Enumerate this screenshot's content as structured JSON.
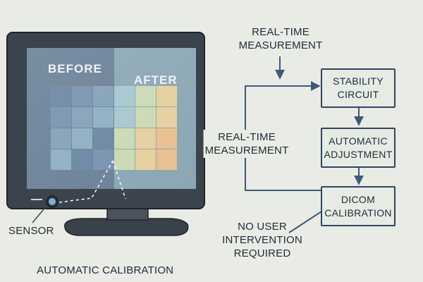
{
  "monitor": {
    "before_label": "BEFORE",
    "after_label": "AFTER",
    "sensor_label": "SENSOR",
    "sensor_icon": "sensor-icon",
    "before_palette": [
      "#6c88a4",
      "#7a97b3",
      "#88a7bd",
      "#94b6c8"
    ],
    "after_palette": [
      "#a9cbd0",
      "#cfe0b4",
      "#f0d49a",
      "#f3c28b"
    ]
  },
  "caption": "AUTOMATIC CALIBRATION",
  "flow": {
    "top_label": [
      "REAL-TIME",
      "MEASUREMENT"
    ],
    "loop_label": [
      "REAL-TIME",
      "MEASUREMENT"
    ],
    "boxes": [
      {
        "lines": [
          "STABILITY",
          "CIRCUIT"
        ]
      },
      {
        "lines": [
          "AUTOMATIC",
          "ADJUSTMENT"
        ]
      },
      {
        "lines": [
          "DICOM",
          "CALIBRATION"
        ]
      }
    ],
    "note": [
      "NO USER",
      "INTERVENTION",
      "REQUIRED"
    ]
  },
  "colors": {
    "background": "#e9ece4",
    "line": "#3a5a7c",
    "bezel": "#3b434d"
  }
}
